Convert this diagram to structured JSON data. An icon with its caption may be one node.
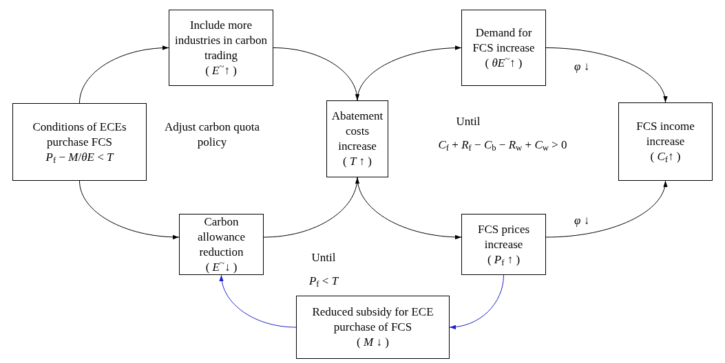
{
  "diagram": {
    "nodes": [
      {
        "text": [
          "Conditions of ECEs purchase FCS",
          "*P*$_{f}$ − *M*/*θE* < *T*"
        ]
      },
      {
        "text": [
          "Include more industries in carbon trading",
          "( *E*$^{~}$↑ )"
        ]
      },
      {
        "text": [
          "Abatement costs increase",
          "( *T* ↑ )"
        ]
      },
      {
        "text": [
          "Demand for FCS increase",
          "( *θE*$^{~}$↑ )"
        ]
      },
      {
        "text": [
          "FCS income increase",
          "( *C*$_{f}$↑ )"
        ]
      },
      {
        "text": [
          "Carbon allowance reduction",
          "( *E*$^{~}$↓ )"
        ]
      },
      {
        "text": [
          "FCS prices increase",
          "( *P*$_{f}$ ↑ )"
        ]
      },
      {
        "text": [
          "Reduced subsidy for ECE purchase of FCS",
          "( *M* ↓ )"
        ]
      }
    ],
    "edges": [
      {
        "from": 0,
        "to": 1,
        "arrow": "to"
      },
      {
        "from": 0,
        "to": 5,
        "arrow": "to"
      },
      {
        "from": 1,
        "to": 2,
        "arrow": "to"
      },
      {
        "from": 2,
        "to": 3,
        "arrow": "to"
      },
      {
        "from": 5,
        "to": 2,
        "arrow": "to"
      },
      {
        "from": 2,
        "to": 6,
        "arrow": "to"
      },
      {
        "from": 3,
        "to": 4,
        "arrow": "to",
        "label": "φ ↓"
      },
      {
        "from": 6,
        "to": 4,
        "arrow": "to",
        "label": "φ ↓"
      },
      {
        "from": 6,
        "to": 7,
        "arrow": "to",
        "color": "#1f1fc8"
      },
      {
        "from": 7,
        "to": 5,
        "arrow": "to",
        "color": "#1f1fc8"
      }
    ],
    "labels": [
      "Adjust carbon quota policy",
      "Until",
      "*C*$_{f}$ + *R*$_{f}$ − *C*$_{b}$ − *R*$_{w}$ + *C*$_{w}$ > 0",
      "Until",
      "*P*$_{f}$ < *T*"
    ]
  }
}
